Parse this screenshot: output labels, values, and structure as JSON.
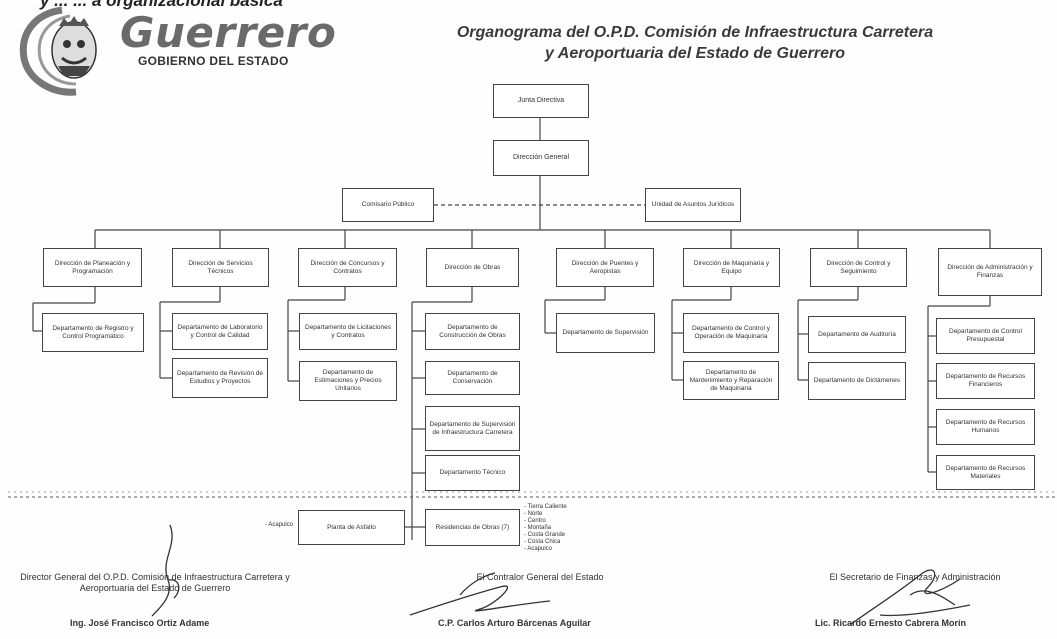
{
  "header": {
    "top_cut_text": "y ... ... a organizacional básica",
    "brand_name": "Guerrero",
    "brand_sub": "GOBIERNO DEL ESTADO",
    "title_line1": "Organograma del O.P.D. Comisión de Infraestructura Carretera",
    "title_line2": "y Aeroportuaria del Estado de Guerrero"
  },
  "org": {
    "junta": "Junta Directiva",
    "direccion_general": "Dirección General",
    "comisario": "Comisario Público",
    "unidad_juridica": "Unidad de Asuntos Jurídicos",
    "direcciones": [
      "Dirección de Planeación y Programación",
      "Dirección de Servicios Técnicos",
      "Dirección de Concursos y Contratos",
      "Dirección de Obras",
      "Dirección de Puentes y Aeropistas",
      "Dirección de Maquinaria y Equipo",
      "Dirección de Control y Seguimiento",
      "Dirección de Administración y Finanzas"
    ],
    "departamentos": {
      "planeacion": [
        "Departamento de Registro y Control Programático"
      ],
      "servicios": [
        "Departamento de Laboratorio y Control de Calidad",
        "Departamento de Revisión de Estudios y Proyectos"
      ],
      "concursos": [
        "Departamento de Licitaciones y Contratos",
        "Departamento de Estimaciones y Precios Unitarios"
      ],
      "obras": [
        "Departamento de Construcción de Obras",
        "Departamento de Conservación",
        "Departamento de Supervisión de Infraestructura Carretera",
        "Departamento Técnico"
      ],
      "puentes": [
        "Departamento de Supervisión"
      ],
      "maquinaria": [
        "Departamento de Control y Operación de Maquinaria",
        "Departamento de Mantenimiento y Reparación de Maquinaria"
      ],
      "control": [
        "Departamento de Auditoría",
        "Departamento de Dictámenes"
      ],
      "administracion": [
        "Departamento de Control Presupuestal",
        "Departamento de Recursos Financieros",
        "Departamento de Recursos Humanos",
        "Departamento de Recursos Materiales"
      ]
    },
    "planta": "Planta de Asfalto",
    "planta_note": "- Acapulco",
    "residencias": "Residencias de Obras (7)",
    "regiones": [
      "- Tierra Caliente",
      "- Norte",
      "- Centro",
      "- Montaña",
      "- Costa Grande",
      "- Costa Chica",
      "- Acapulco"
    ]
  },
  "signatures": [
    {
      "role": "Director General del O.P.D. Comisión de Infraestructura Carretera y Aeroportuaria del Estado de Guerrero",
      "name": "Ing. José Francisco Ortiz Adame"
    },
    {
      "role": "El Contralor General del Estado",
      "name": "C.P. Carlos Arturo Bárcenas Aguilar"
    },
    {
      "role": "El Secretario de Finanzas y Administración",
      "name": "Lic. Ricardo Ernesto Cabrera Morín"
    }
  ]
}
